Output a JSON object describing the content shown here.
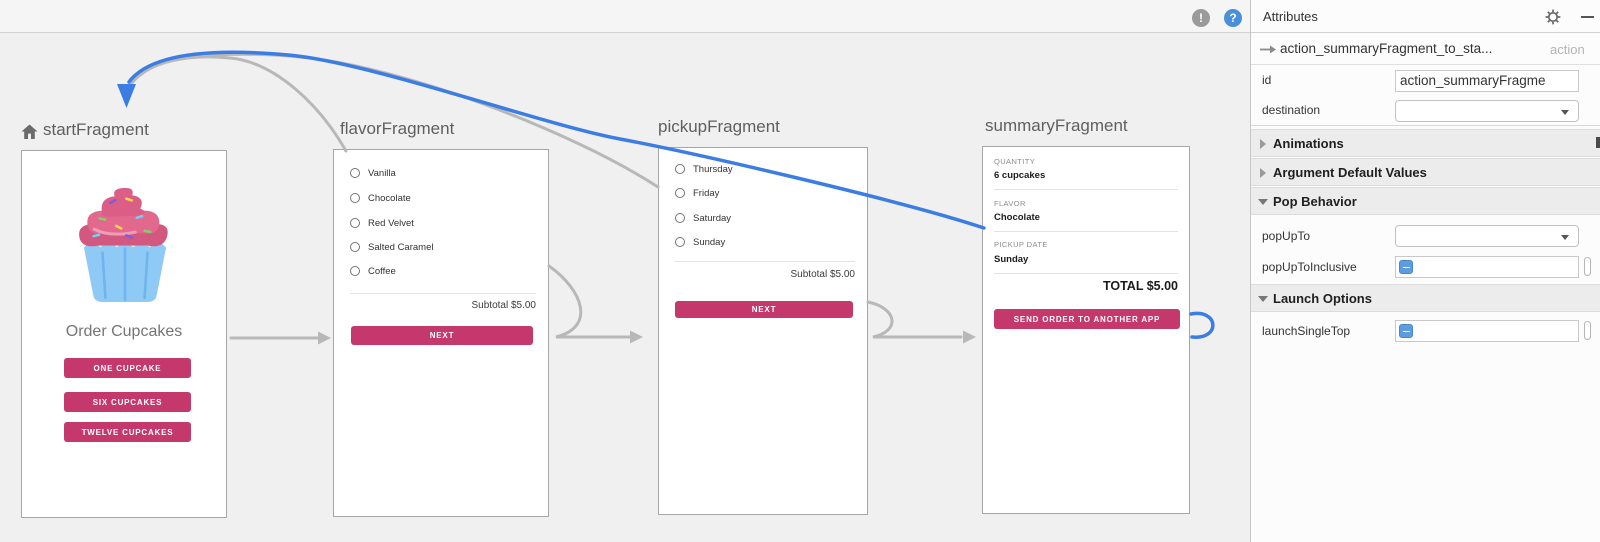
{
  "colors": {
    "accent_pink": "#c4386b",
    "selection_blue": "#3b7de2",
    "edge_gray": "#b8b8b8"
  },
  "toolbar": {
    "error_badge": "!",
    "help_badge": "?"
  },
  "graph": {
    "fragments": [
      {
        "label": "startFragment",
        "screen": {
          "title": "Order Cupcakes",
          "buttons": [
            "ONE CUPCAKE",
            "SIX CUPCAKES",
            "TWELVE CUPCAKES"
          ]
        }
      },
      {
        "label": "flavorFragment",
        "screen": {
          "options": [
            "Vanilla",
            "Chocolate",
            "Red Velvet",
            "Salted Caramel",
            "Coffee"
          ],
          "subtotal": "Subtotal $5.00",
          "next_label": "NEXT"
        }
      },
      {
        "label": "pickupFragment",
        "screen": {
          "options": [
            "Thursday",
            "Friday",
            "Saturday",
            "Sunday"
          ],
          "subtotal": "Subtotal $5.00",
          "next_label": "NEXT"
        }
      },
      {
        "label": "summaryFragment",
        "screen": {
          "rows": [
            {
              "label": "QUANTITY",
              "value": "6 cupcakes"
            },
            {
              "label": "FLAVOR",
              "value": "Chocolate"
            },
            {
              "label": "PICKUP DATE",
              "value": "Sunday"
            }
          ],
          "total": "TOTAL $5.00",
          "send_label": "SEND ORDER TO ANOTHER APP"
        }
      }
    ]
  },
  "panel": {
    "title": "Attributes",
    "action_header": {
      "name": "action_summaryFragment_to_sta...",
      "type_label": "action"
    },
    "id_field": {
      "label": "id",
      "value": "action_summaryFragme"
    },
    "destination_field": {
      "label": "destination",
      "value": ""
    },
    "sections": {
      "animations": "Animations",
      "argument_defaults": "Argument Default Values",
      "pop_behavior": "Pop Behavior",
      "launch_options": "Launch Options"
    },
    "pop_up_to": {
      "label": "popUpTo",
      "value": ""
    },
    "pop_up_to_inclusive": {
      "label": "popUpToInclusive",
      "state": "indeterminate"
    },
    "launch_single_top": {
      "label": "launchSingleTop",
      "state": "indeterminate"
    }
  }
}
